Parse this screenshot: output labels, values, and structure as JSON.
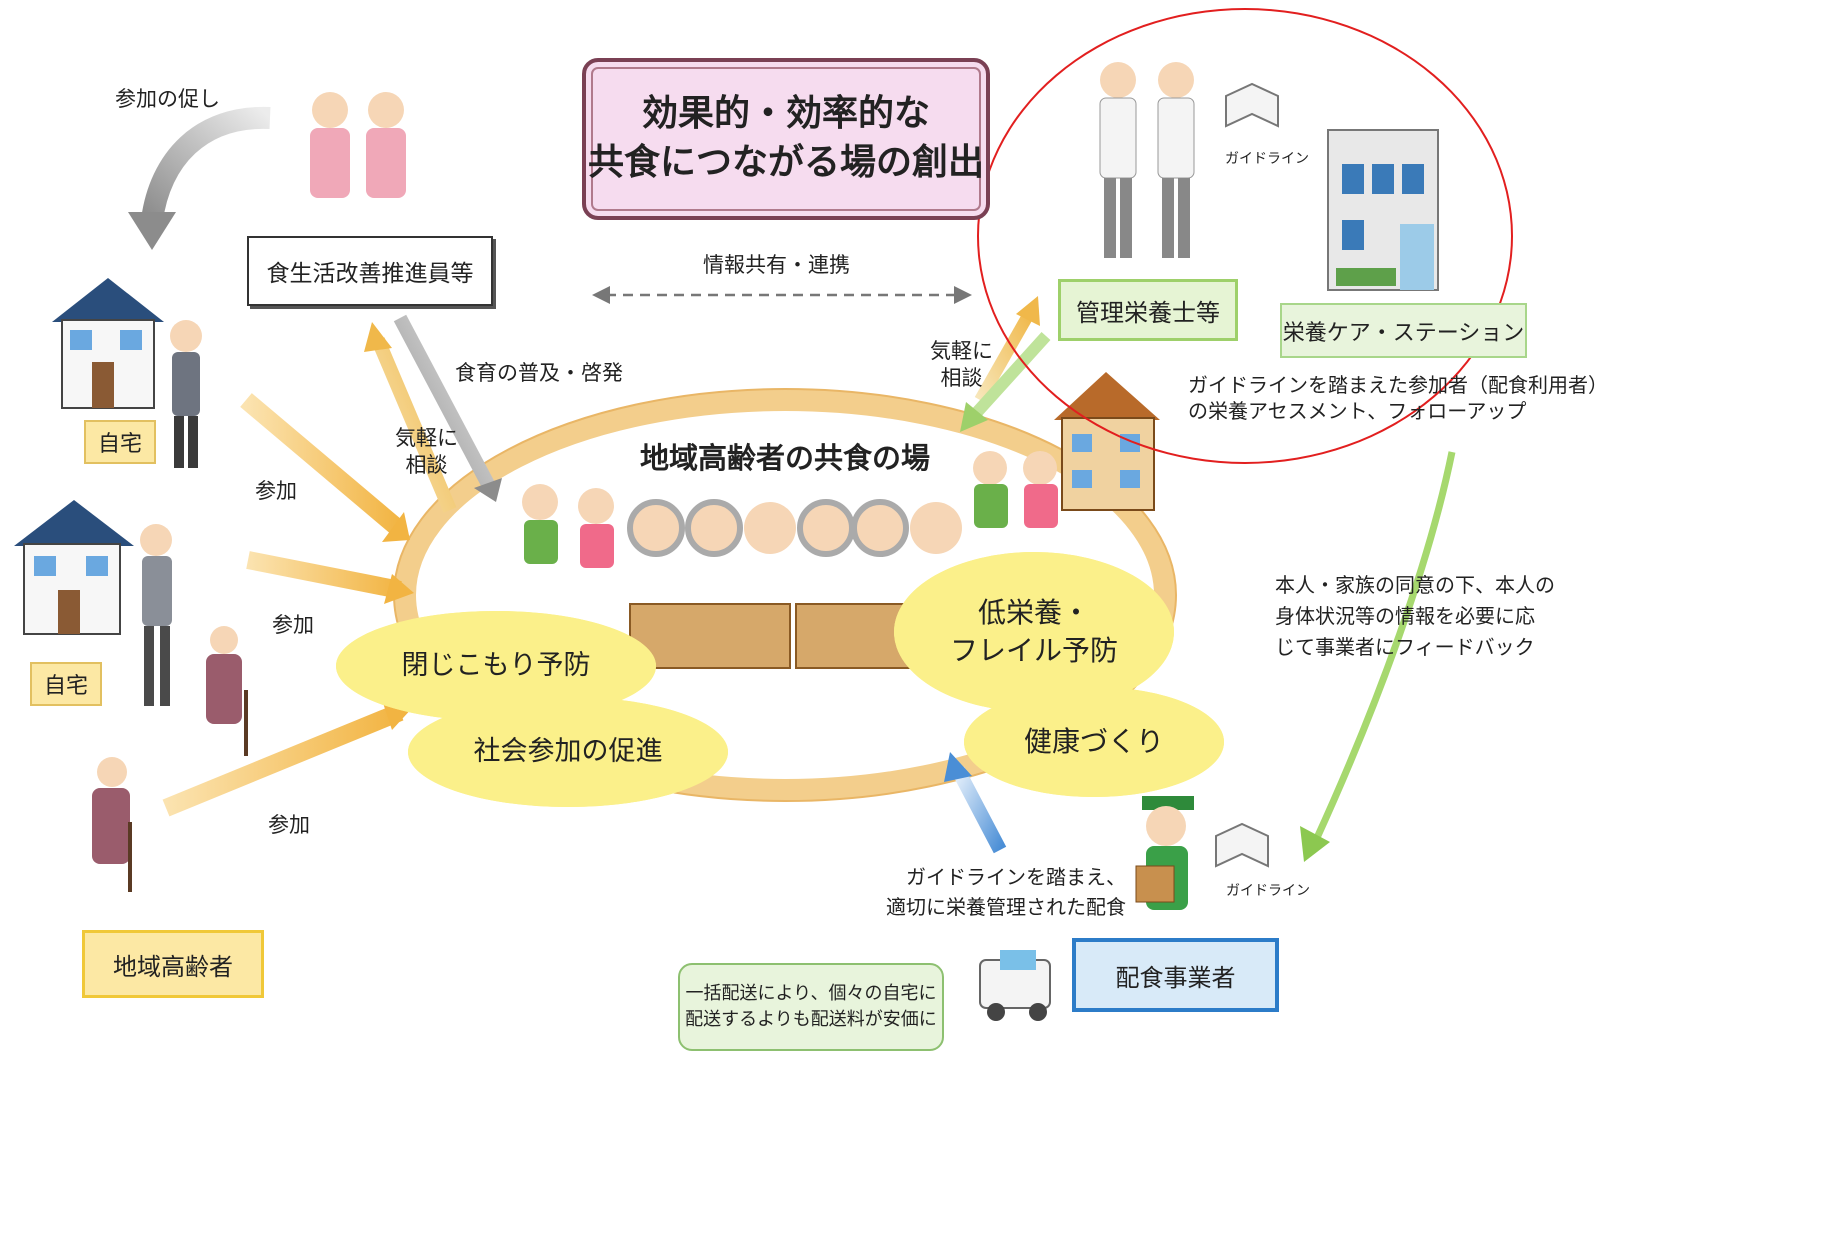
{
  "colors": {
    "title_fill": "#f6dcef",
    "title_border": "#7a4054",
    "accent_yellow": "#fce8a4",
    "accent_green": "#e6f4d4",
    "accent_blue": "#2c7cc8",
    "bubble_yellow": "#fbf08a",
    "ring_orange": "#f3ce8c",
    "arrow_orange": "#f2b442",
    "arrow_green": "#9ed06a",
    "arrow_blue": "#4a8ed6",
    "highlight_red": "#e21f1f"
  },
  "title": {
    "line1": "効果的・効率的な",
    "line2": "共食につながる場の創出"
  },
  "center": {
    "label": "地域高齢者の共食の場"
  },
  "bubbles": {
    "closure": "閉じこもり予防",
    "social": "社会参加の促進",
    "frailty_line1": "低栄養・",
    "frailty_line2": "フレイル予防",
    "health": "健康づくり"
  },
  "left": {
    "encourage": "参加の促し",
    "promoter": "食生活改善推進員等",
    "home_1": "自宅",
    "home_2": "自宅",
    "join_1": "参加",
    "join_2": "参加",
    "join_3": "参加",
    "elderly": "地域高齢者",
    "edu": "食育の普及・啓発",
    "consult_left_1": "気軽に",
    "consult_left_2": "相談"
  },
  "top": {
    "share": "情報共有・連携"
  },
  "right": {
    "dietitian": "管理栄養士等",
    "station": "栄養ケア・ステーション",
    "guideline_top": "ガイドライン",
    "consult_right_1": "気軽に",
    "consult_right_2": "相談",
    "assessment_1": "ガイドラインを踏まえた参加者（配食利用者）",
    "assessment_2": "の栄養アセスメント、フォローアップ",
    "feedback_1": "本人・家族の同意の下、本人の",
    "feedback_2": "身体状況等の情報を必要に応",
    "feedback_3": "じて事業者にフィードバック"
  },
  "bottom": {
    "meal_1": "ガイドラインを踏まえ、",
    "meal_2": "適切に栄養管理された配食",
    "guideline_bottom": "ガイドライン",
    "provider": "配食事業者",
    "note_1": "一括配送により、個々の自宅に",
    "note_2": "配送するよりも配送料が安価に"
  }
}
